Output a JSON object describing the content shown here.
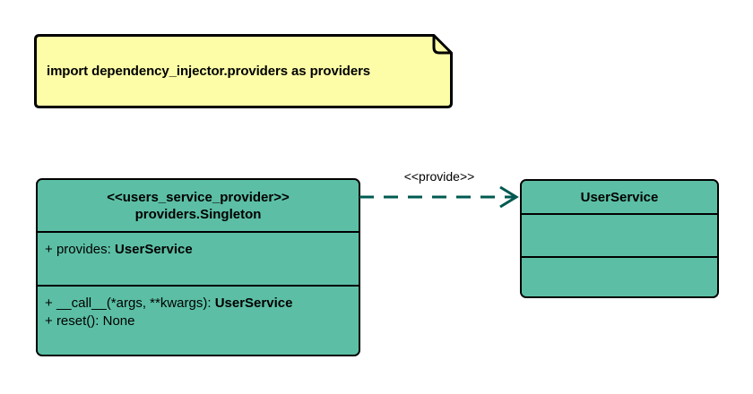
{
  "diagram": {
    "type": "uml-class-diagram",
    "background_color": "#ffffff",
    "class_fill_color": "#5cbfa5",
    "note_fill_color": "#fdfda8",
    "connector_color": "#00594f",
    "border_color": "#000000"
  },
  "note": {
    "text": "import dependency_injector.providers as providers"
  },
  "provider_class": {
    "stereotype": "<<users_service_provider>>",
    "name": "providers.Singleton",
    "attributes": [
      {
        "visibility": "+",
        "label": "provides: ",
        "type": "UserService"
      }
    ],
    "operations": [
      {
        "visibility": "+",
        "label": "__call__(*args, **kwargs): ",
        "type": "UserService"
      },
      {
        "visibility": "+",
        "label": "reset(): None",
        "type": ""
      }
    ]
  },
  "service_class": {
    "name": "UserService",
    "attributes": [],
    "operations": []
  },
  "dependency": {
    "label": "<<provide>>",
    "style": "dashed",
    "arrowhead": "open",
    "source": "providers.Singleton",
    "target": "UserService"
  }
}
